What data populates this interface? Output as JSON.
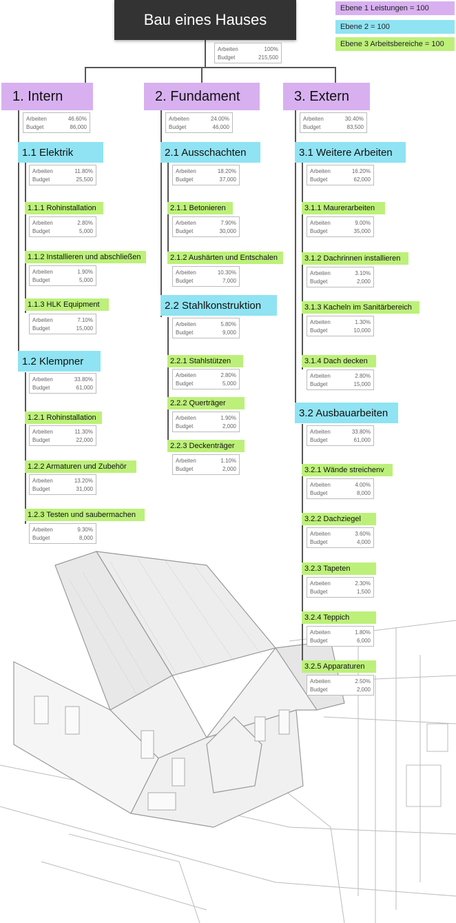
{
  "title": "Bau eines Hauses",
  "legend": [
    {
      "label": "Ebene 1 Leistungen = 100",
      "color": "#d8b0f0"
    },
    {
      "label": "Ebene 2 = 100",
      "color": "#8fe3f2"
    },
    {
      "label": "Ebene 3 Arbeitsbereiche = 100",
      "color": "#bdf07a"
    }
  ],
  "labels": {
    "arbeiten": "Arbeiten",
    "budget": "Budget"
  },
  "root": {
    "arbeiten": "100%",
    "budget": "215,500"
  },
  "intern": {
    "label": "1. Intern",
    "arbeiten": "46.60%",
    "budget": "86,000",
    "elektrik": {
      "label": "1.1 Elektrik",
      "arbeiten": "11.80%",
      "budget": "25,500"
    },
    "rohinstallation": {
      "label": "1.1.1 Rohinstallation",
      "arbeiten": "2.80%",
      "budget": "5,000"
    },
    "installieren": {
      "label": "1.1.2 Installieren und abschließen",
      "arbeiten": "1.90%",
      "budget": "5,000"
    },
    "hlk": {
      "label": "1.1.3  HLK Equipment",
      "arbeiten": "7.10%",
      "budget": "15,000"
    },
    "klempner": {
      "label": "1.2 Klempner",
      "arbeiten": "33.80%",
      "budget": "61,000"
    },
    "k_rohinstallation": {
      "label": "1.2.1 Rohinstallation",
      "arbeiten": "11.30%",
      "budget": "22,000"
    },
    "armaturen": {
      "label": "1.2.2 Armaturen und Zubehör",
      "arbeiten": "13.20%",
      "budget": "31,000"
    },
    "testen": {
      "label": "1.2.3 Testen und saubermachen",
      "arbeiten": "9.30%",
      "budget": "8,000"
    }
  },
  "fundament": {
    "label": "2. Fundament",
    "arbeiten": "24.00%",
    "budget": "46,000",
    "ausschachten": {
      "label": "2.1 Ausschachten",
      "arbeiten": "18.20%",
      "budget": "37,000"
    },
    "betonieren": {
      "label": "2.1.1 Betonieren",
      "arbeiten": "7.90%",
      "budget": "30,000"
    },
    "aushaerten": {
      "label": "2.1.2 Aushärten und Entschalen",
      "arbeiten": "10.30%",
      "budget": "7,000"
    },
    "stahl": {
      "label": "2.2 Stahlkonstruktion",
      "arbeiten": "5.80%",
      "budget": "9,000"
    },
    "stahlstuetzen": {
      "label": "2.2.1 Stahlstützen",
      "arbeiten": "2.80%",
      "budget": "5,000"
    },
    "quertraeger": {
      "label": "2.2.2 Querträger",
      "arbeiten": "1.90%",
      "budget": "2,000"
    },
    "deckentraeger": {
      "label": "2.2.3 Deckenträger",
      "arbeiten": "1.10%",
      "budget": "2,000"
    }
  },
  "extern": {
    "label": "3. Extern",
    "arbeiten": "30.40%",
    "budget": "83,500",
    "weitere": {
      "label": "3.1 Weitere Arbeiten",
      "arbeiten": "16.20%",
      "budget": "62,000"
    },
    "maurer": {
      "label": "3.1.1 Maurerarbeiten",
      "arbeiten": "9.00%",
      "budget": "35,000"
    },
    "dachrinnen": {
      "label": "3.1.2 Dachrinnen installieren",
      "arbeiten": "3.10%",
      "budget": "2,000"
    },
    "kacheln": {
      "label": "3.1.3 Kacheln im Sanitärbereich",
      "arbeiten": "1.30%",
      "budget": "10,000"
    },
    "dach": {
      "label": "3.1.4 Dach decken",
      "arbeiten": "2.80%",
      "budget": "15,000"
    },
    "ausbau": {
      "label": "3.2 Ausbauarbeiten",
      "arbeiten": "33.80%",
      "budget": "61,000"
    },
    "waende": {
      "label": "3.2.1 Wände streichenv",
      "arbeiten": "4.00%",
      "budget": "8,000"
    },
    "dachziegel": {
      "label": "3.2.2 Dachziegel",
      "arbeiten": "3.60%",
      "budget": "4,000"
    },
    "tapeten": {
      "label": "3.2.3 Tapeten",
      "arbeiten": "2.30%",
      "budget": "1,500"
    },
    "teppich": {
      "label": "3.2.4 Teppich",
      "arbeiten": "1.80%",
      "budget": "6,000"
    },
    "apparaturen": {
      "label": "3.2.5 Apparaturen",
      "arbeiten": "2.50%",
      "budget": "2,000"
    }
  }
}
